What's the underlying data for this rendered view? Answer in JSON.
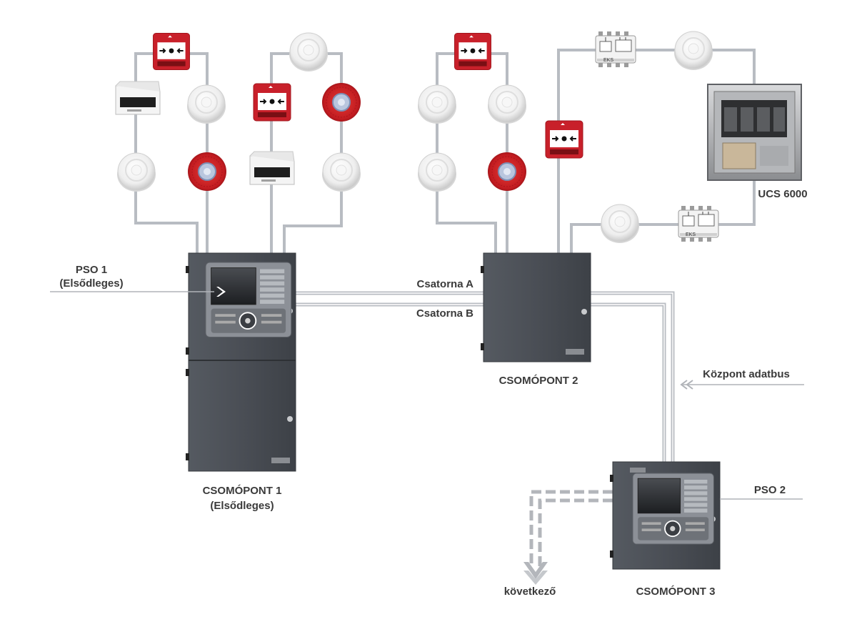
{
  "labels": {
    "pso1_line1": "PSO 1",
    "pso1_line2": "(Elsődleges)",
    "channel_a": "Csatorna A",
    "channel_b": "Csatorna B",
    "node1_line1": "CSOMÓPONT 1",
    "node1_line2": "(Elsődleges)",
    "node2": "CSOMÓPONT 2",
    "node3": "CSOMÓPONT 3",
    "central_bus": "Központ adatbus",
    "pso2": "PSO 2",
    "next": "következő",
    "ucs": "UCS 6000",
    "module_text": "EKS"
  },
  "colors": {
    "panel": "#4a4e55",
    "panel_dark": "#3a3e44",
    "wire": "#b8bcc2",
    "call_point": "#c8202a",
    "detector": "#f2f2f2",
    "sounder": "#c81e24",
    "label_text": "#3a3a3a"
  },
  "icons": {
    "call_point": "manual-call-point-icon",
    "detector": "smoke-detector-icon",
    "sounder": "sounder-beacon-icon",
    "beam": "beam-detector-icon",
    "module": "io-module-icon",
    "ucs": "ucs-6000-cabinet-icon"
  }
}
